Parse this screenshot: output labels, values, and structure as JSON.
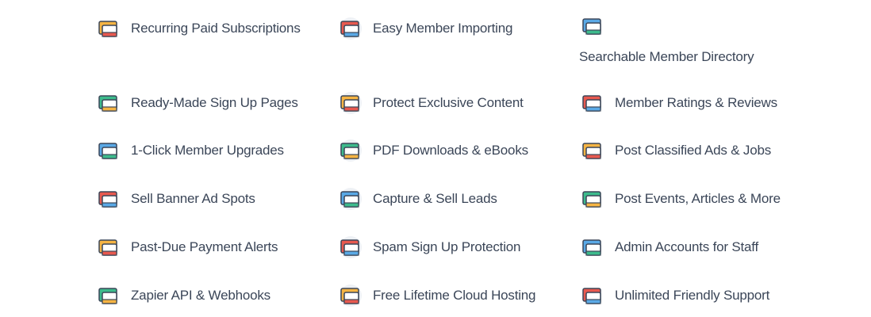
{
  "features": [
    {
      "label": "Recurring Paid Subscriptions",
      "icon": "credit-card-icon"
    },
    {
      "label": "Easy Member Importing",
      "icon": "import-members-icon"
    },
    {
      "label": "Searchable Member Directory",
      "icon": "member-search-icon"
    },
    {
      "label": "Ready-Made Sign Up Pages",
      "icon": "monitor-cart-icon"
    },
    {
      "label": "Protect Exclusive Content",
      "icon": "user-lock-icon"
    },
    {
      "label": "Member Ratings & Reviews",
      "icon": "thumbs-up-rating-icon"
    },
    {
      "label": "1-Click Member Upgrades",
      "icon": "laptop-money-icon"
    },
    {
      "label": "PDF Downloads & eBooks",
      "icon": "ebook-monitor-icon"
    },
    {
      "label": "Post Classified Ads & Jobs",
      "icon": "classified-ads-icon"
    },
    {
      "label": "Sell Banner Ad Spots",
      "icon": "banner-ad-icon"
    },
    {
      "label": "Capture & Sell Leads",
      "icon": "funnel-icon"
    },
    {
      "label": "Post Events, Articles & More",
      "icon": "calendar-monitor-icon"
    },
    {
      "label": "Past-Due Payment Alerts",
      "icon": "bell-alert-icon"
    },
    {
      "label": "Spam Sign Up Protection",
      "icon": "shield-check-icon"
    },
    {
      "label": "Admin Accounts for Staff",
      "icon": "admin-team-icon"
    },
    {
      "label": "Zapier API & Webhooks",
      "icon": "api-gear-icon"
    },
    {
      "label": "Free Lifetime Cloud Hosting",
      "icon": "cloud-rocket-icon"
    },
    {
      "label": "Unlimited Friendly Support",
      "icon": "support-headset-icon"
    }
  ],
  "colors": {
    "text": "#3b4658",
    "outline": "#3b4658",
    "orange": "#f6b443",
    "red": "#e8594f",
    "green": "#3dbb8c",
    "blue": "#5aa9e6"
  }
}
